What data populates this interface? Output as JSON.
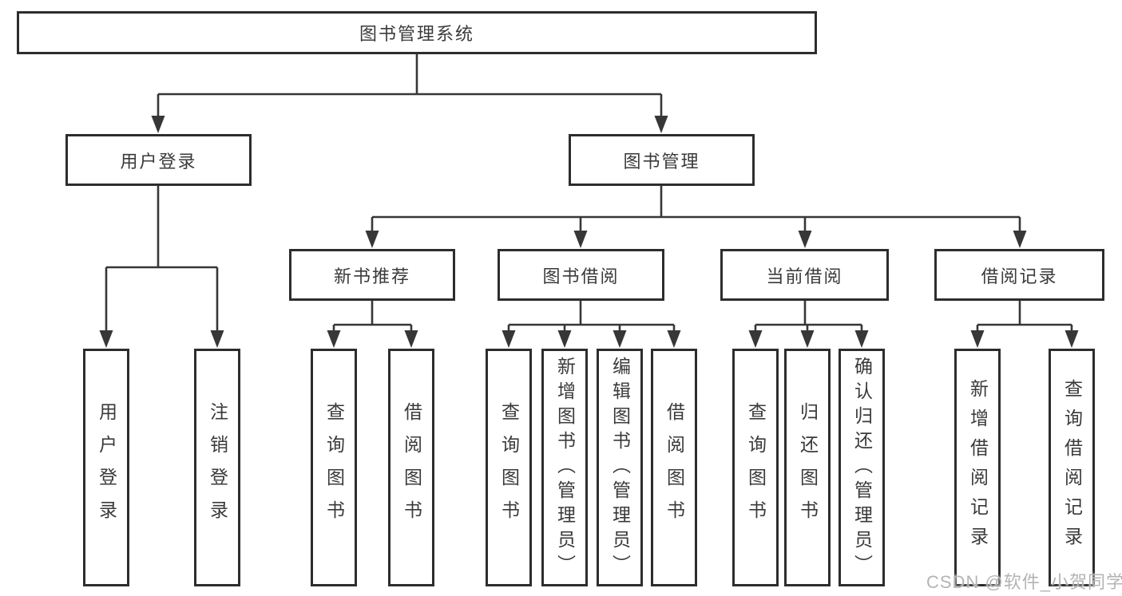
{
  "diagram": {
    "root": {
      "label": "图书管理系统"
    },
    "level2": [
      {
        "id": "user-login",
        "label": "用户登录"
      },
      {
        "id": "book-management",
        "label": "图书管理"
      }
    ],
    "level3": [
      {
        "id": "new-book-recommend",
        "label": "新书推荐"
      },
      {
        "id": "book-borrow",
        "label": "图书借阅"
      },
      {
        "id": "current-borrow",
        "label": "当前借阅"
      },
      {
        "id": "borrow-records",
        "label": "借阅记录"
      }
    ],
    "leaves": {
      "user_login": [
        "用户登录",
        "注销登录"
      ],
      "new_book_recommend": [
        "查询图书",
        "借阅图书"
      ],
      "book_borrow": [
        "查询图书",
        "新增图书（管理员）",
        "编辑图书（管理员）",
        "借阅图书"
      ],
      "current_borrow": [
        "查询图书",
        "归还图书",
        "确认归还（管理员）"
      ],
      "borrow_records": [
        "新增借阅记录",
        "查询借阅记录"
      ]
    }
  },
  "watermark": {
    "text": "CSDN @软件_小贺同学"
  },
  "colors": {
    "line": "#373737",
    "box_border": "#2d2d2d",
    "text": "#3a3a3a",
    "watermark": "#b4b4b4",
    "background": "#ffffff"
  }
}
